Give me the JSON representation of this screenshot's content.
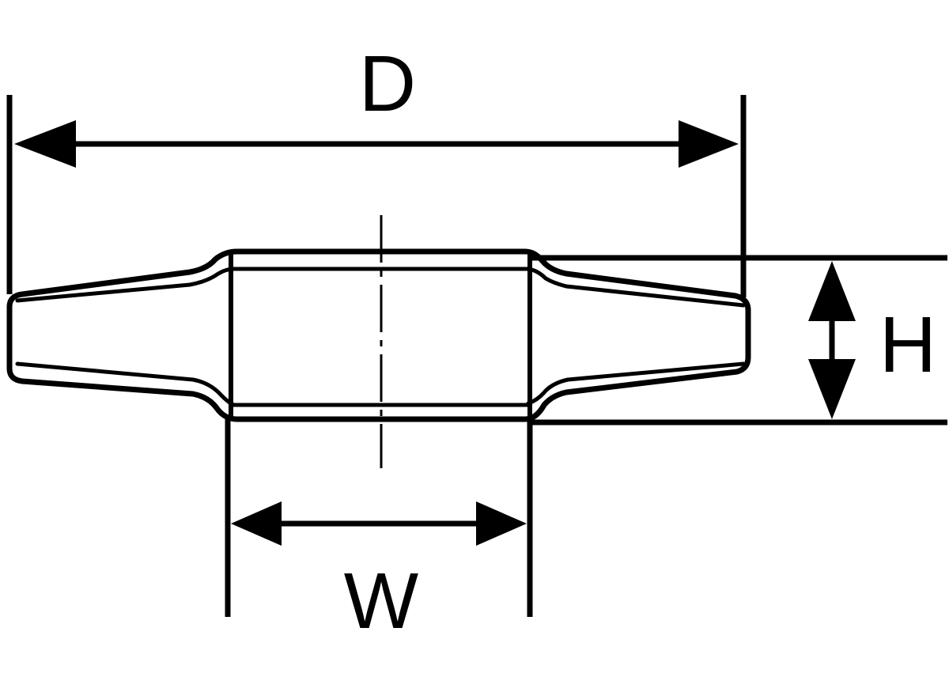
{
  "labels": {
    "diameter": "D",
    "height": "H",
    "width": "W"
  },
  "colors": {
    "line": "#000000",
    "background": "#ffffff"
  }
}
